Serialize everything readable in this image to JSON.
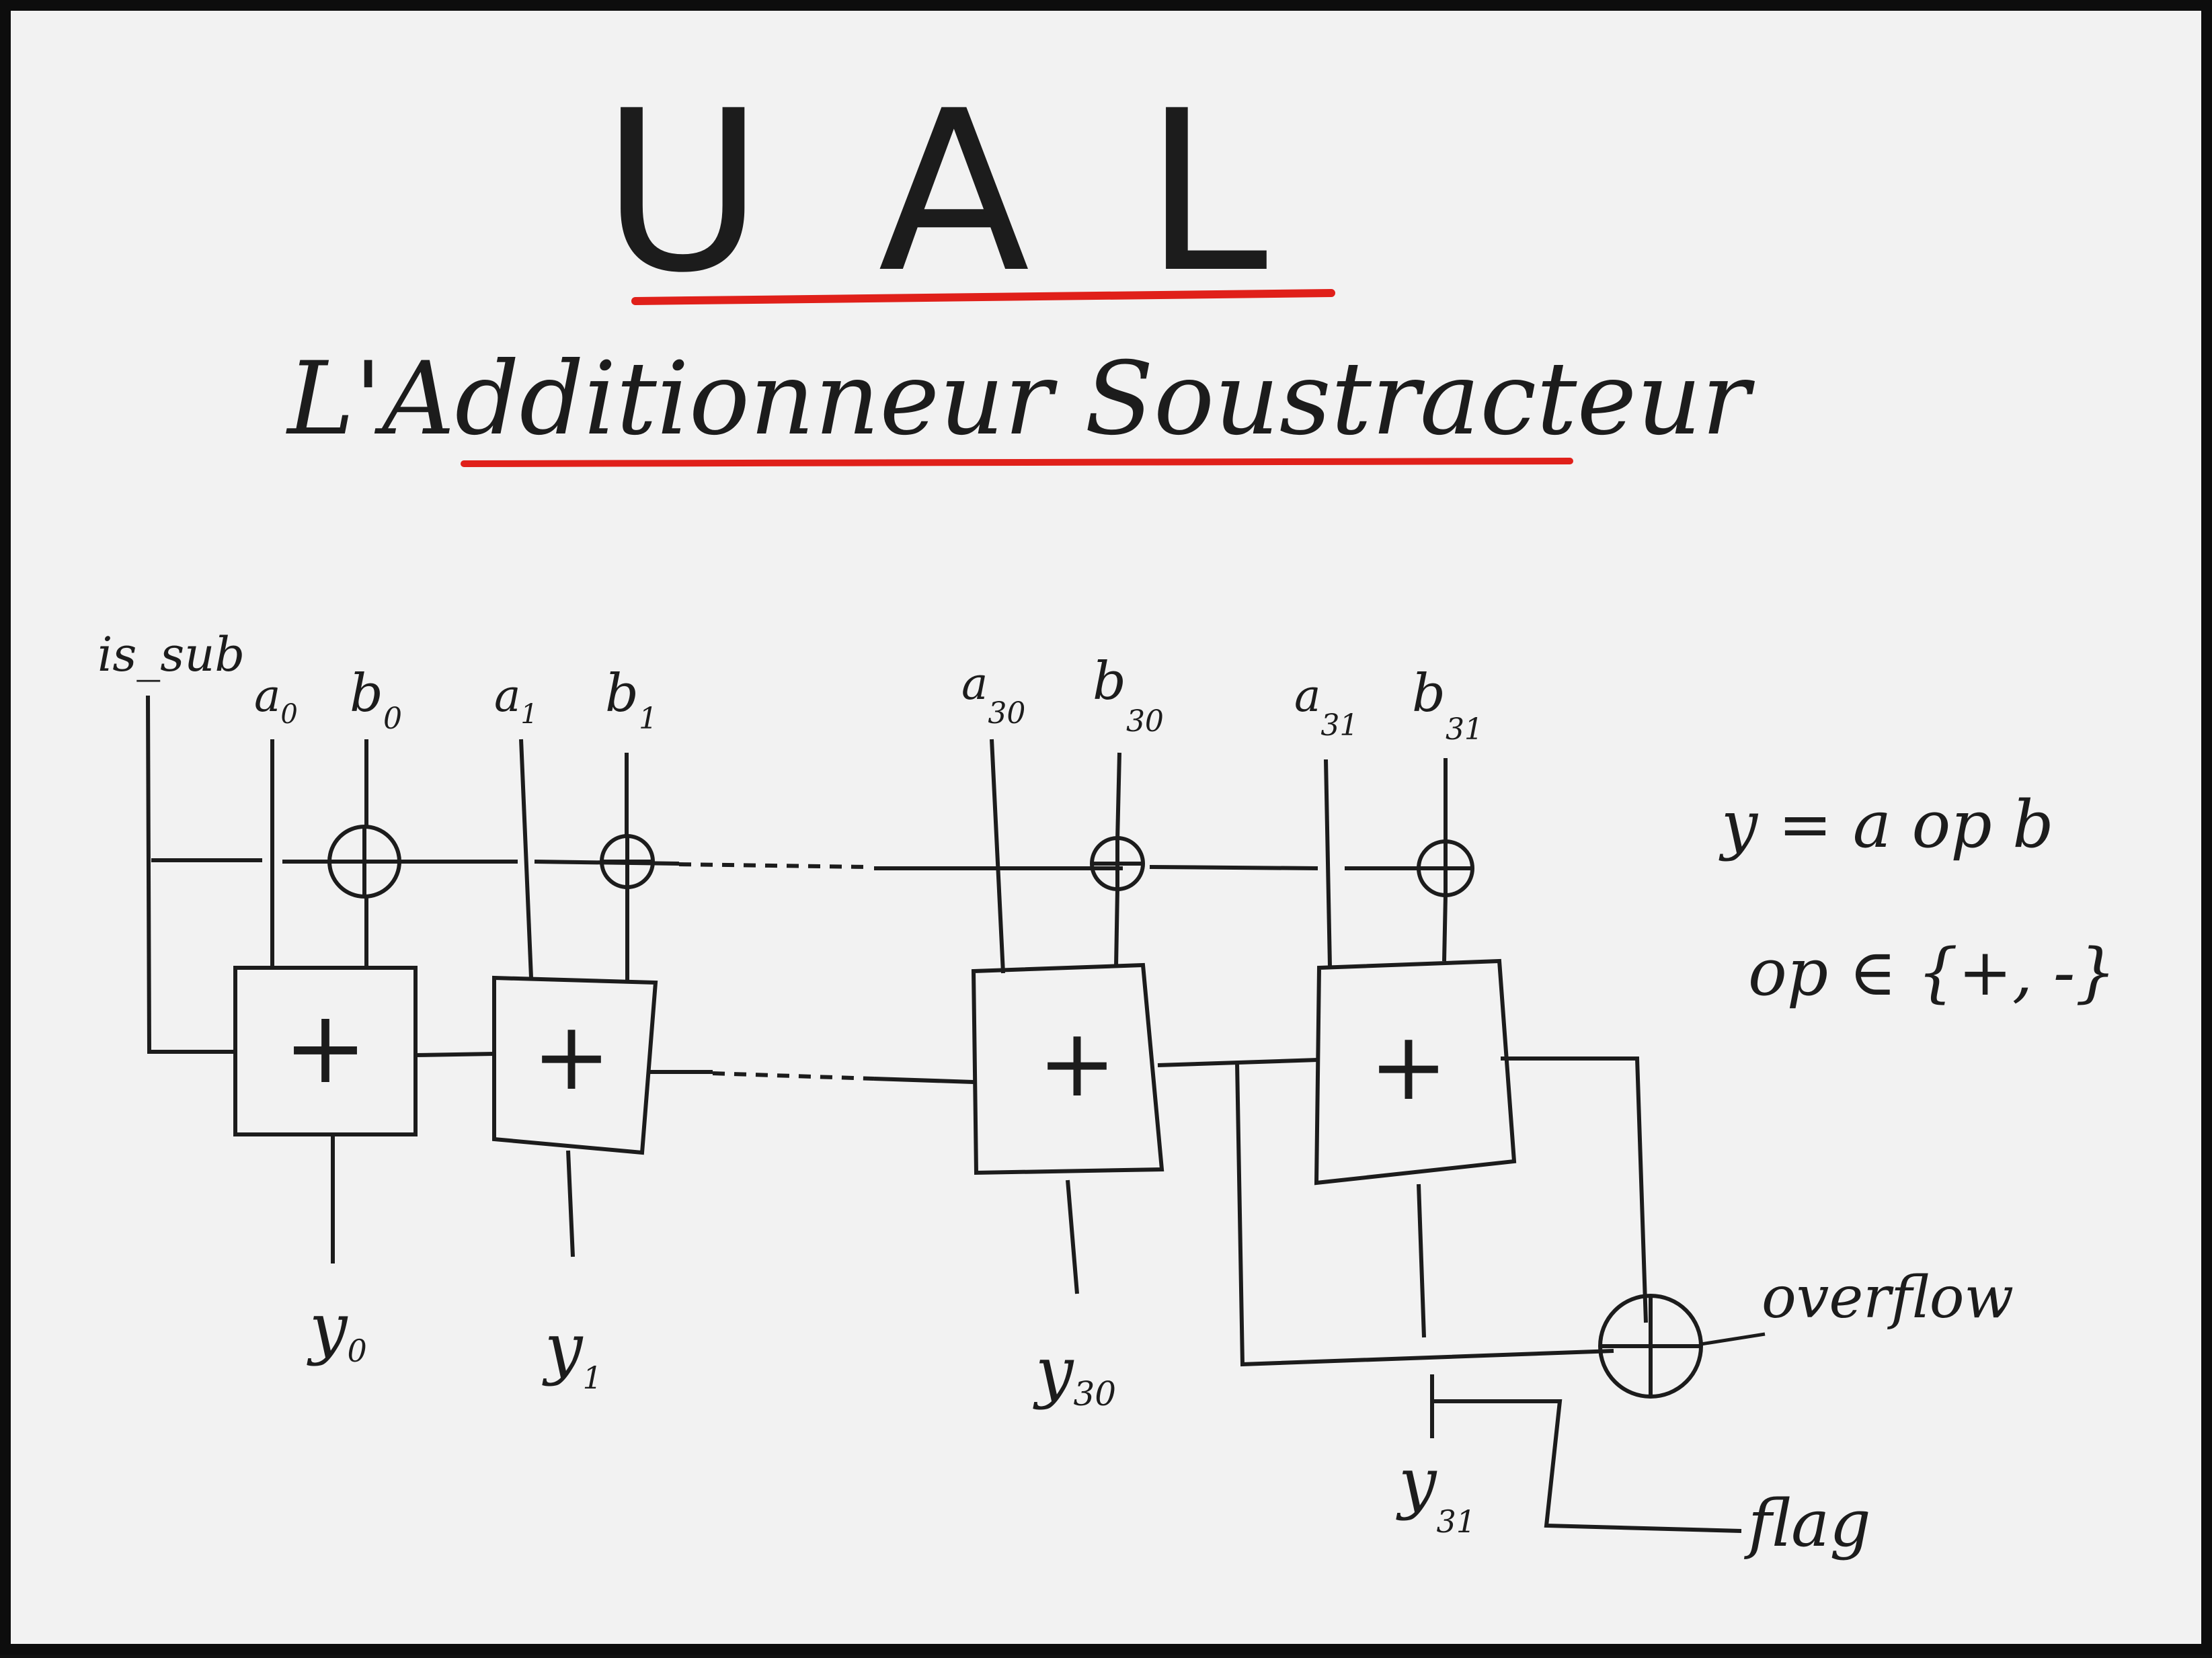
{
  "title": "UAL",
  "subtitle": "L'Additionneur Soustracteur",
  "colors": {
    "board": "#f2f2f2",
    "ink": "#1c1c1c",
    "accent": "#e0201a",
    "frame": "#0d0d0d"
  },
  "control_label": "is_sub",
  "adders": [
    {
      "a_base": "a",
      "a_sub": "0",
      "b_base": "b",
      "b_sub": "0",
      "out_base": "y",
      "out_sub": "0",
      "op": "+"
    },
    {
      "a_base": "a",
      "a_sub": "1",
      "b_base": "b",
      "b_sub": "1",
      "out_base": "y",
      "out_sub": "1",
      "op": "+"
    },
    {
      "a_base": "a",
      "a_sub": "30",
      "b_base": "b",
      "b_sub": "30",
      "out_base": "y",
      "out_sub": "30",
      "op": "+"
    },
    {
      "a_base": "a",
      "a_sub": "31",
      "b_base": "b",
      "b_sub": "31",
      "out_base": "y",
      "out_sub": "31",
      "op": "+"
    }
  ],
  "formula": {
    "line1": "y = a op b",
    "line2": "op ∈ {+, -}"
  },
  "outputs": {
    "overflow": "overflow",
    "flag": "flag"
  },
  "xor_symbol": "⊕"
}
